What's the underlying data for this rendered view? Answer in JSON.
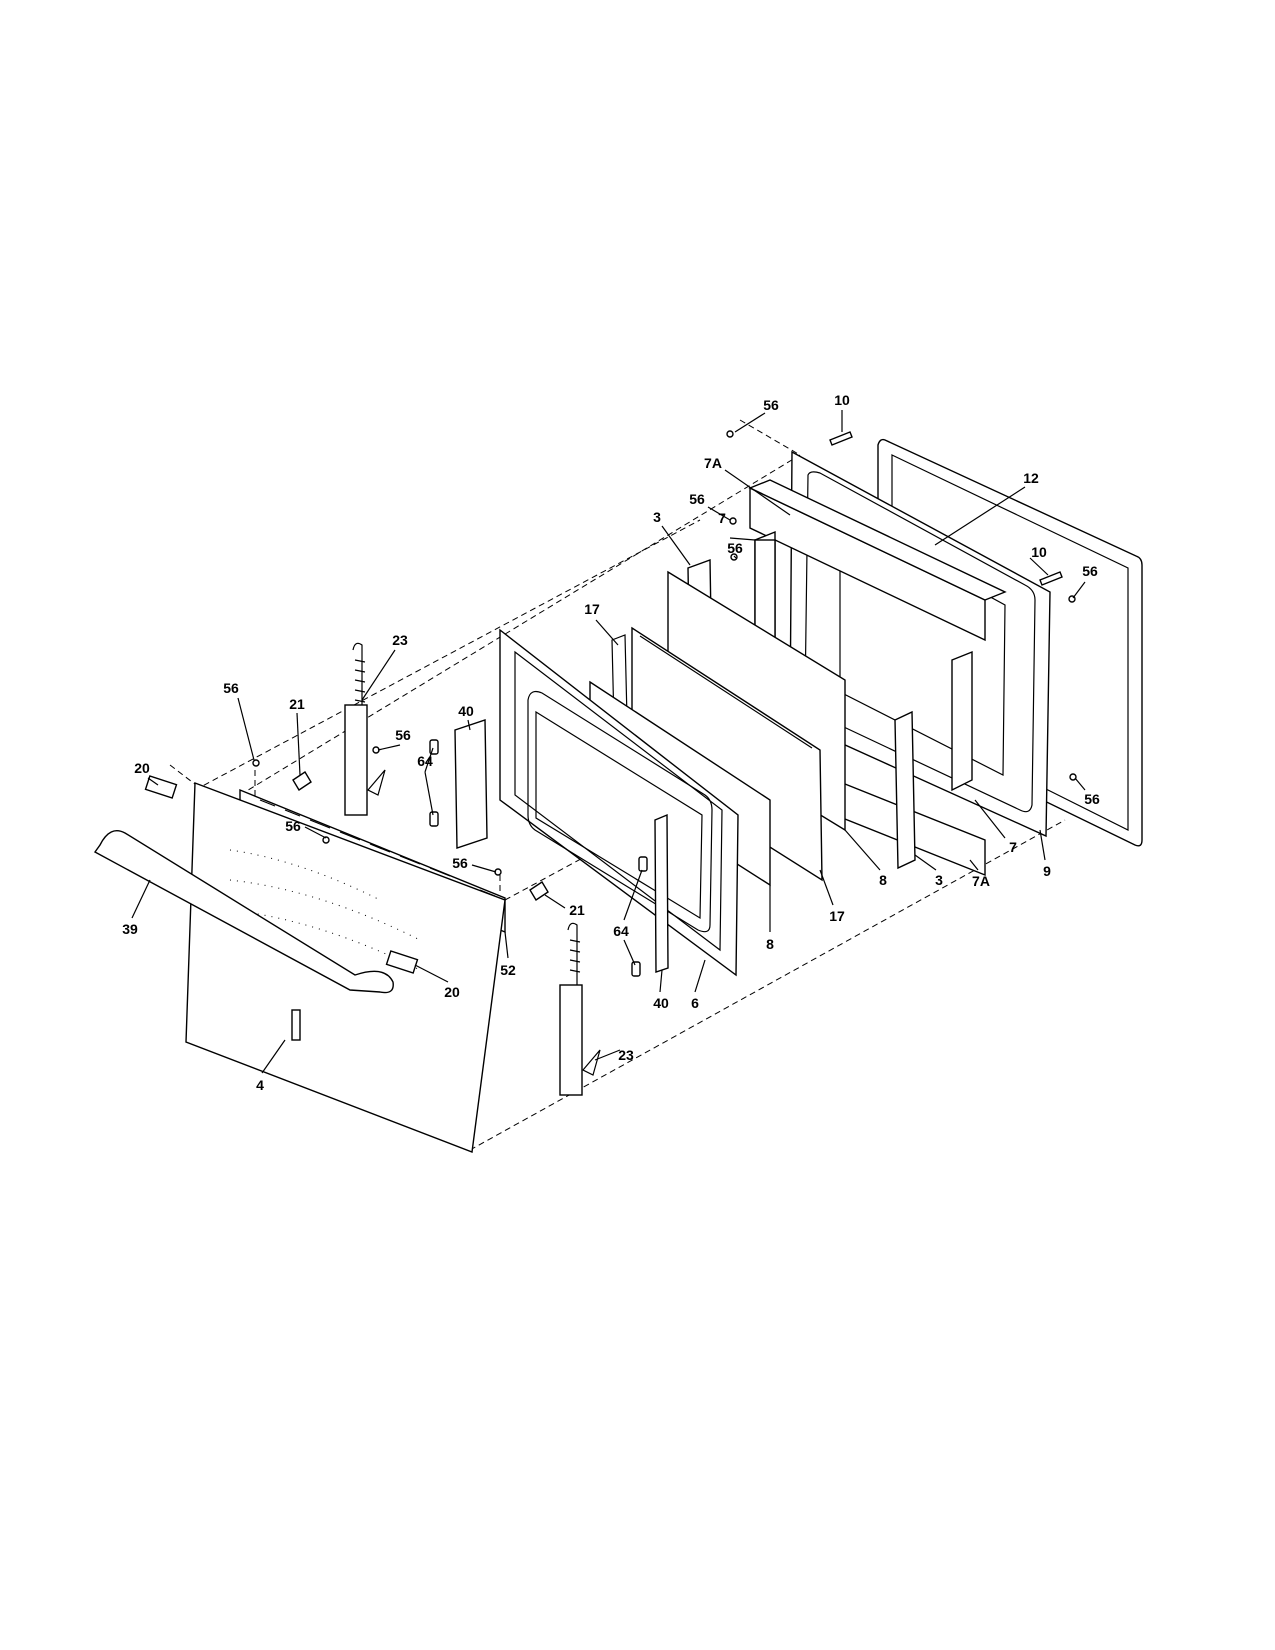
{
  "diagram": {
    "callouts": [
      "56",
      "10",
      "7A",
      "12",
      "56",
      "3",
      "7",
      "56",
      "10",
      "56",
      "17",
      "23",
      "56",
      "21",
      "40",
      "56",
      "20",
      "64",
      "56",
      "56",
      "7",
      "9",
      "56",
      "8",
      "3",
      "7A",
      "17",
      "39",
      "21",
      "52",
      "64",
      "8",
      "20",
      "40",
      "6",
      "23",
      "4"
    ]
  }
}
